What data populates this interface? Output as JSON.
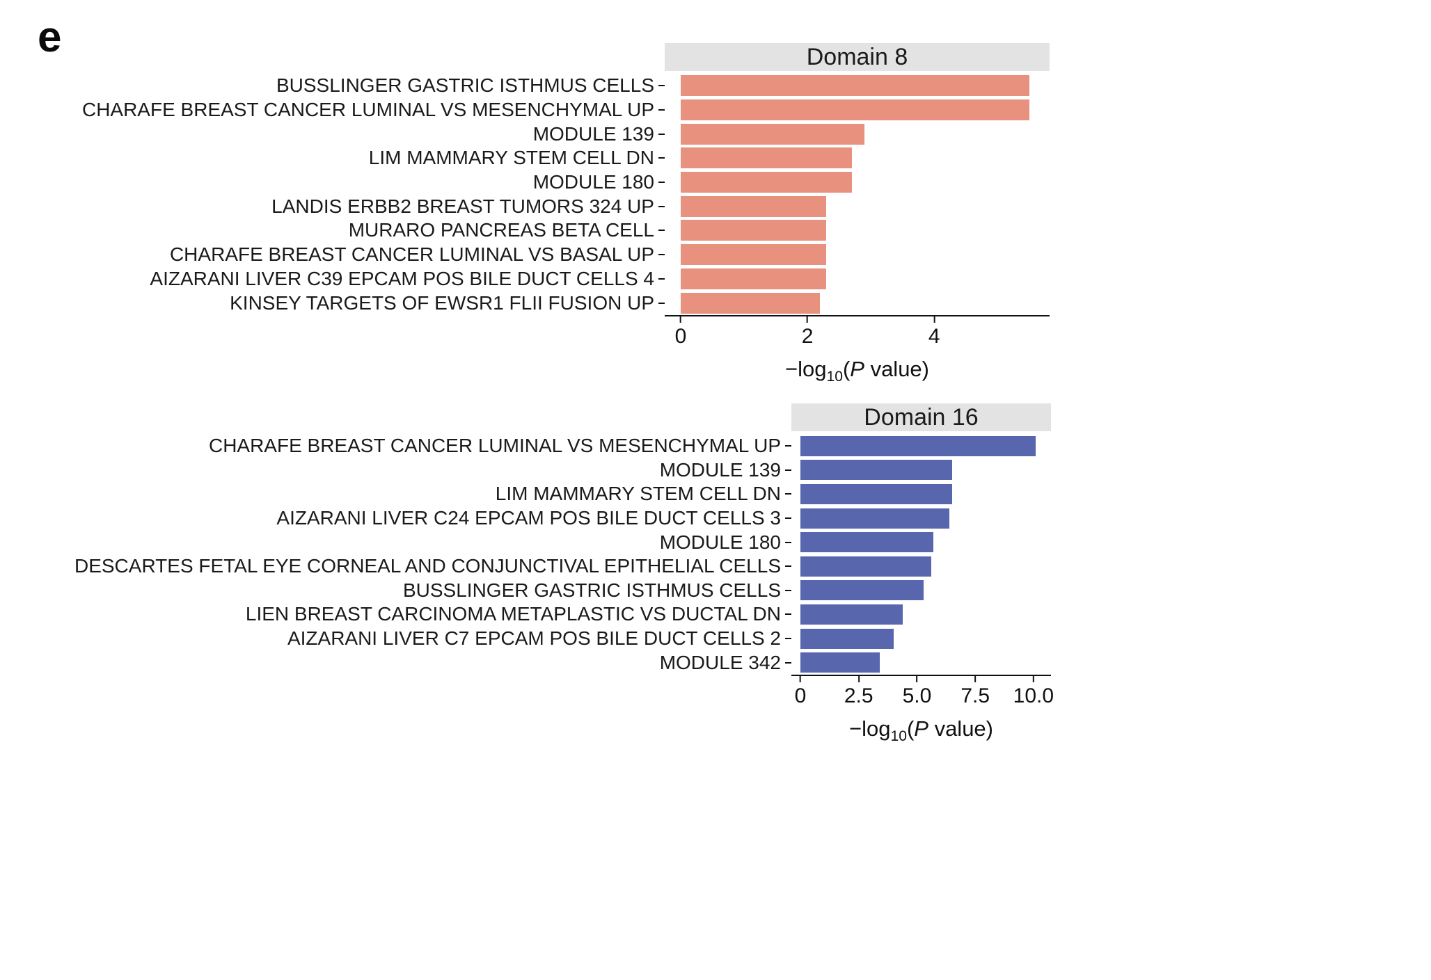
{
  "panel_label": "e",
  "axis_label": {
    "neg_log": "−log",
    "sub": "10",
    "paren_open": "(",
    "p": "P",
    "rest": " value)"
  },
  "chart_data": [
    {
      "type": "bar",
      "orientation": "horizontal",
      "title": "Domain 8",
      "bar_color": "#E8917E",
      "strip_bg": "#E3E3E3",
      "categories": [
        "BUSSLINGER GASTRIC ISTHMUS CELLS",
        "CHARAFE BREAST CANCER LUMINAL VS MESENCHYMAL UP",
        "MODULE 139",
        "LIM MAMMARY STEM CELL DN",
        "MODULE 180",
        "LANDIS ERBB2 BREAST TUMORS 324 UP",
        "MURARO PANCREAS BETA CELL",
        "CHARAFE BREAST CANCER LUMINAL VS BASAL UP",
        "AIZARANI LIVER C39 EPCAM POS BILE DUCT CELLS 4",
        "KINSEY TARGETS OF EWSR1 FLII FUSION UP"
      ],
      "values": [
        5.5,
        5.5,
        2.9,
        2.7,
        2.7,
        2.3,
        2.3,
        2.3,
        2.3,
        2.2
      ],
      "xlabel": "−log10(P value)",
      "xlim": [
        0,
        5.82
      ],
      "xticks": [
        0,
        2,
        4
      ],
      "xtick_labels": [
        "0",
        "2",
        "4"
      ],
      "legend": "none",
      "grid": false
    },
    {
      "type": "bar",
      "orientation": "horizontal",
      "title": "Domain 16",
      "bar_color": "#5866AE",
      "strip_bg": "#E3E3E3",
      "categories": [
        "CHARAFE BREAST CANCER LUMINAL VS MESENCHYMAL UP",
        "MODULE 139",
        "LIM MAMMARY STEM CELL DN",
        "AIZARANI LIVER C24 EPCAM POS BILE DUCT CELLS 3",
        "MODULE 180",
        "DESCARTES FETAL EYE CORNEAL AND CONJUNCTIVAL EPITHELIAL CELLS",
        "BUSSLINGER GASTRIC ISTHMUS CELLS",
        "LIEN BREAST CARCINOMA METAPLASTIC VS DUCTAL DN",
        "AIZARANI LIVER C7 EPCAM POS BILE DUCT CELLS 2",
        "MODULE 342"
      ],
      "values": [
        10.1,
        6.5,
        6.5,
        6.4,
        5.7,
        5.6,
        5.3,
        4.4,
        4.0,
        3.4
      ],
      "xlabel": "−log10(P value)",
      "xlim": [
        0,
        10.75
      ],
      "xticks": [
        0,
        2.5,
        5.0,
        7.5,
        10.0
      ],
      "xtick_labels": [
        "0",
        "2.5",
        "5.0",
        "7.5",
        "10.0"
      ],
      "legend": "none",
      "grid": false
    }
  ]
}
